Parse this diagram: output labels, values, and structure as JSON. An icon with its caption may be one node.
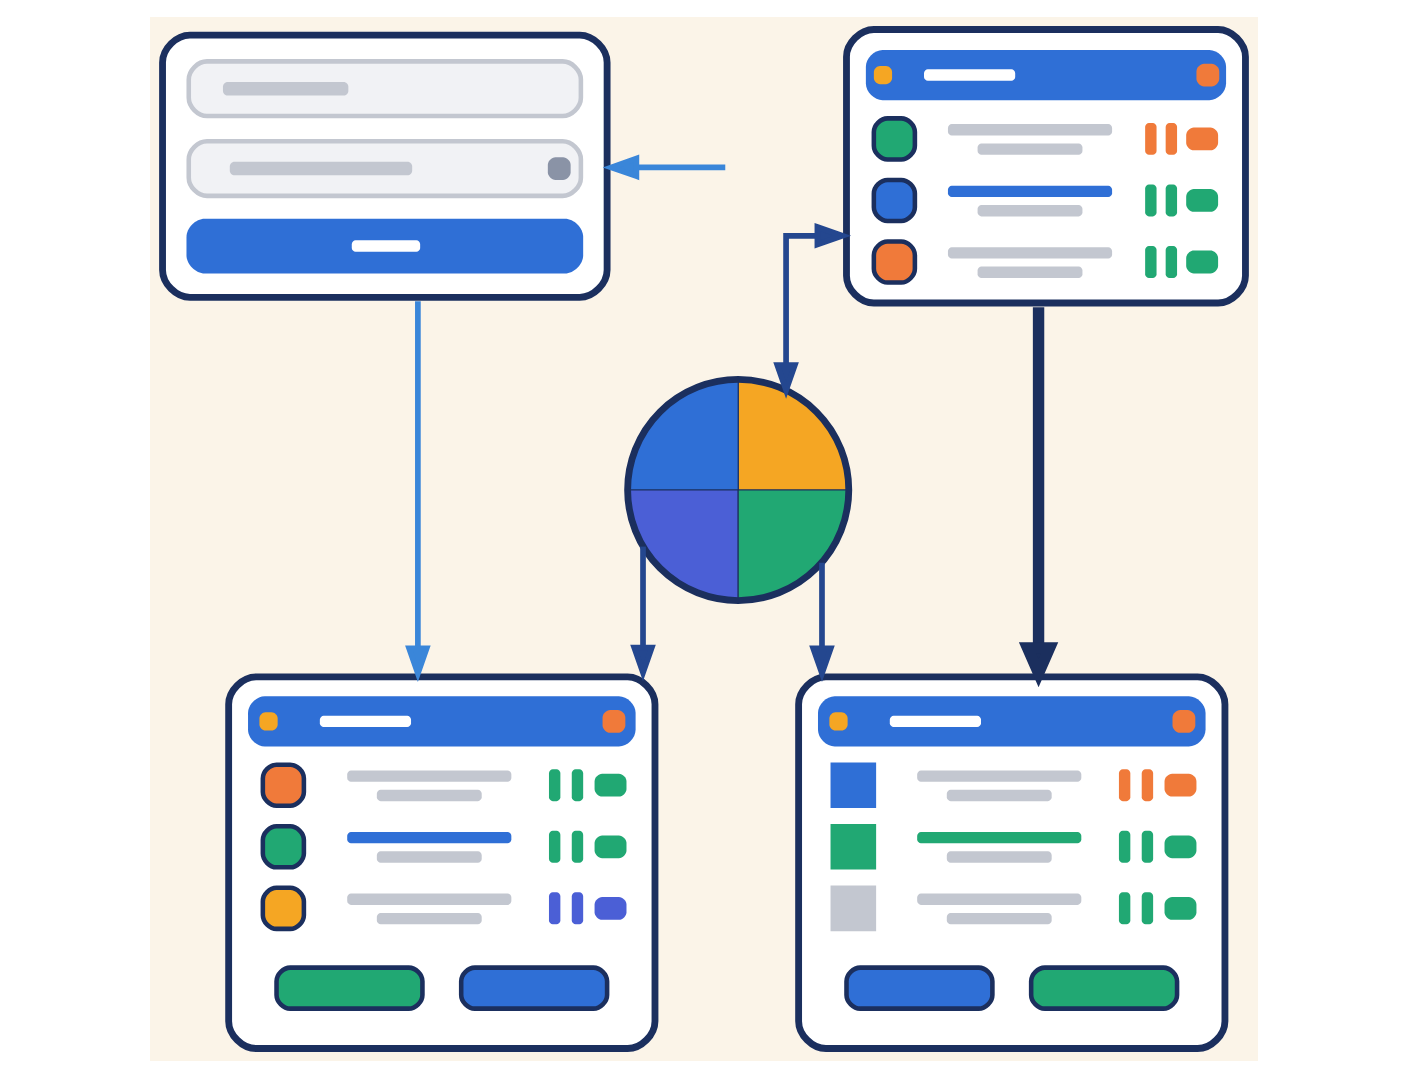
{
  "diagram": {
    "nodes": [
      {
        "text": [],
        "shape": "picture"
      },
      {
        "text": [],
        "shape": "picture"
      },
      {
        "text": [],
        "shape": "circle"
      },
      {
        "text": [],
        "shape": "picture"
      },
      {
        "text": [],
        "shape": "picture"
      }
    ],
    "edges": [
      {
        "from": null,
        "to": 0,
        "arrow": "to",
        "color": "#3a86d9"
      },
      {
        "from": 2,
        "to": 1,
        "arrow": "both"
      },
      {
        "from": 0,
        "to": 3,
        "arrow": "to",
        "color": "#3a86d9"
      },
      {
        "from": 1,
        "to": 4,
        "arrow": "to",
        "style": "thick",
        "color": "#1b2f5e"
      },
      {
        "from": 2,
        "to": 3,
        "arrow": "to"
      },
      {
        "from": 2,
        "to": 4,
        "arrow": "to"
      }
    ]
  }
}
